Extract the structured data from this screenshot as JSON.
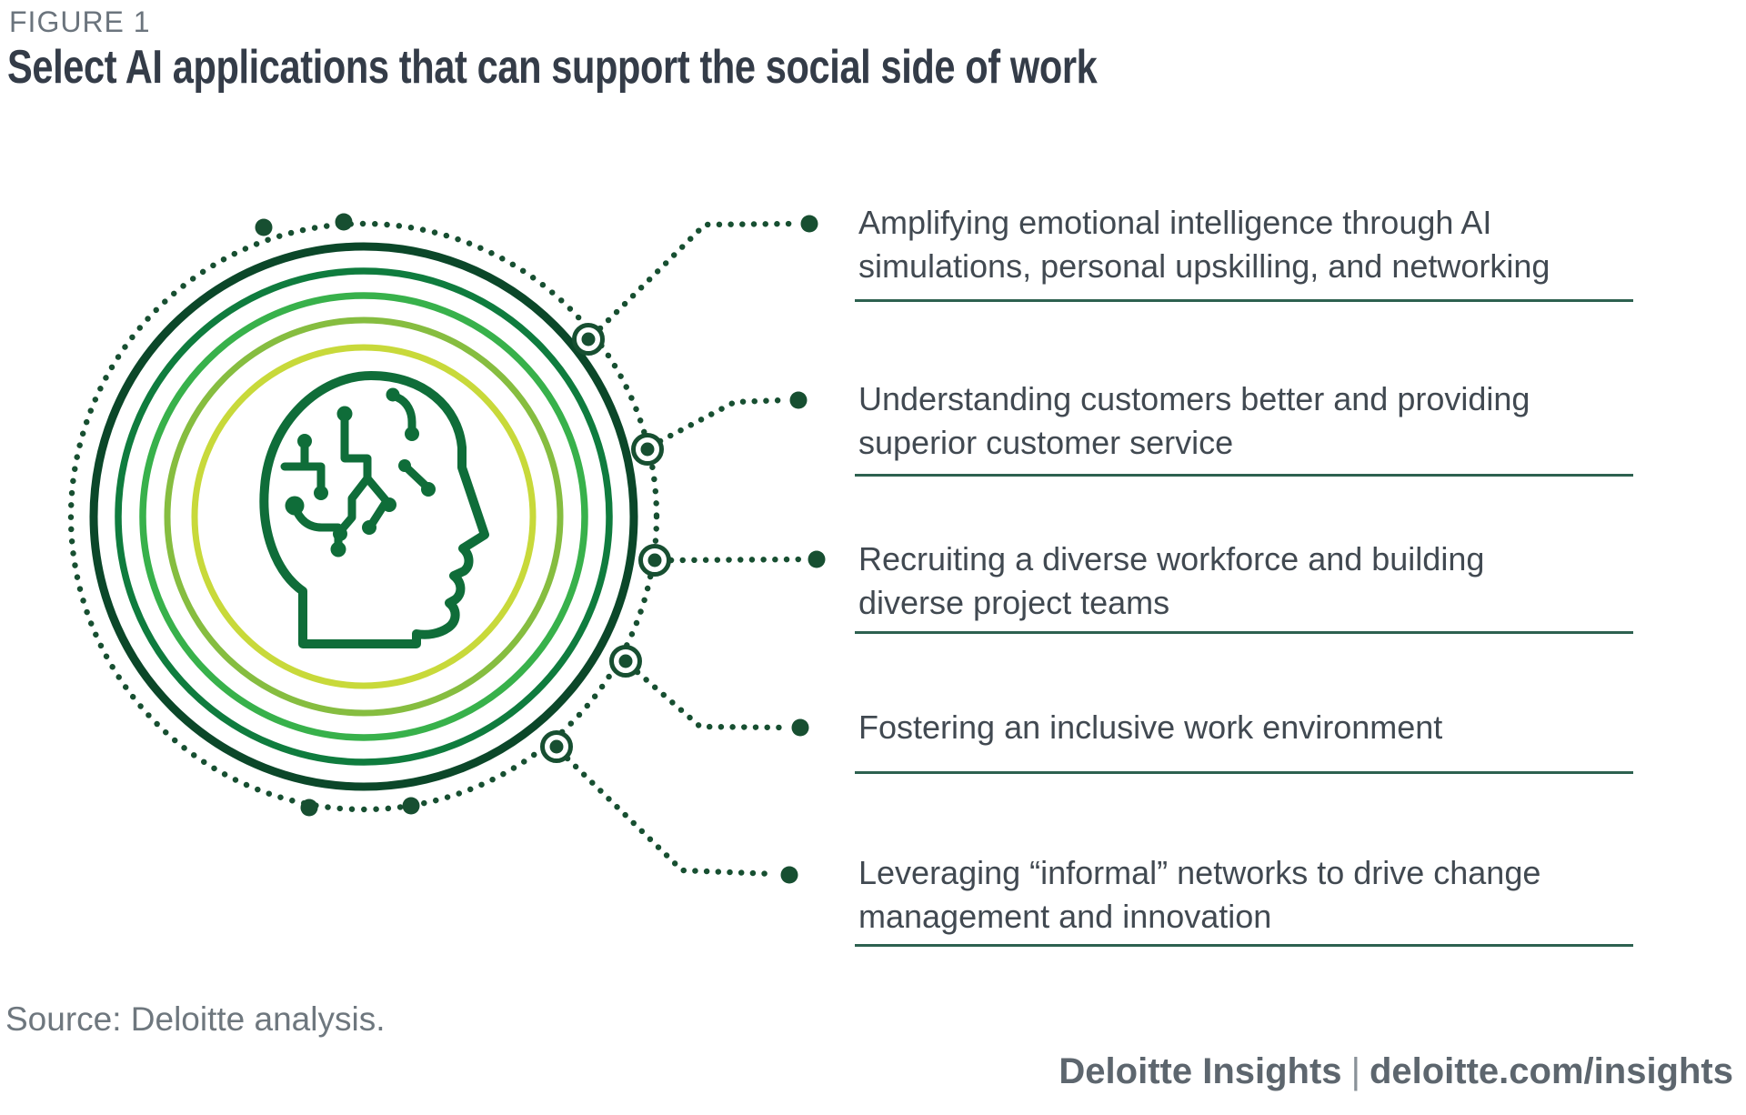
{
  "figure": {
    "label": "FIGURE 1",
    "title": "Select AI applications that can support the social side of work",
    "source": "Source: Deloitte analysis."
  },
  "items": [
    "Amplifying emotional intelligence through AI\nsimulations, personal upskilling, and networking",
    "Understanding customers better and providing\nsuperior customer service",
    "Recruiting a diverse workforce and building\ndiverse project teams",
    "Fostering an inclusive work environment",
    "Leveraging “informal” networks to drive change\nmanagement and innovation"
  ],
  "footer": {
    "brand": "Deloitte Insights",
    "separator": "|",
    "url": "deloitte.com/insights"
  },
  "illustration": {
    "icon": "brain-circuit-head-icon",
    "description": "Head profile with circuit traces inside five concentric green rings and an outer dotted ring with five connector nodes",
    "ring_colors_outer_to_inner": [
      "#0b4729",
      "#0f7c3e",
      "#38b14b",
      "#86bd40",
      "#c8d93a"
    ]
  },
  "colors": {
    "title": "#343c48",
    "label_gray": "#6b747d",
    "body_text": "#414951",
    "source_gray": "#6e777e",
    "footer_gray": "#5d666e",
    "dot_green": "#174f31",
    "head_green": "#0f6d39",
    "ring_dark": "#0b4729",
    "ring_forest": "#0f7c3e",
    "ring_green": "#38b14b",
    "ring_olive": "#86bd40",
    "ring_chartreuse": "#c8d93a",
    "underline_green": "#2d6150"
  }
}
